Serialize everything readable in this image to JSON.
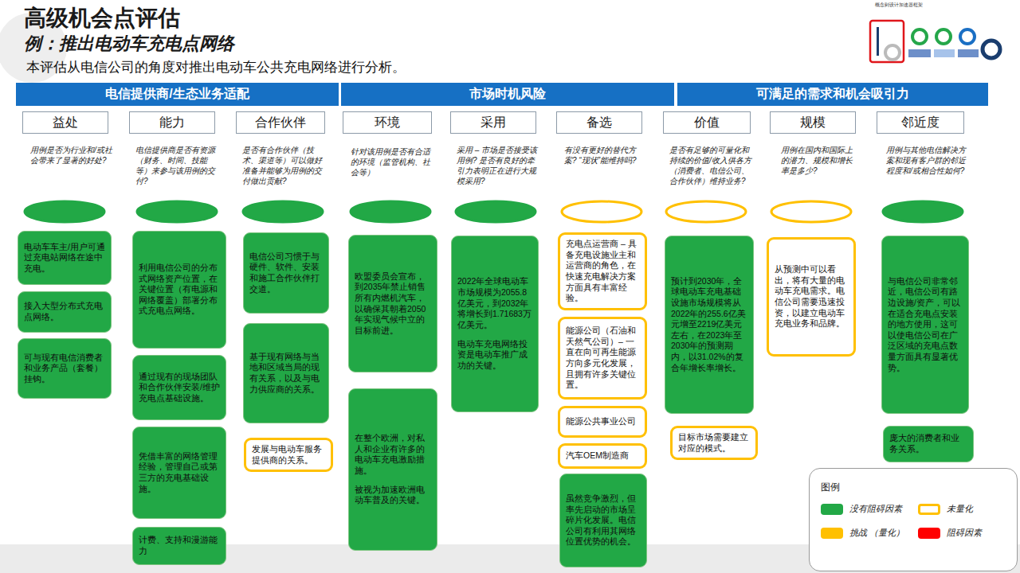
{
  "diagram": {
    "title": "高级机会点评估",
    "nodes": [
      {
        "text": [
          "电信提供商/生态业务适配"
        ]
      },
      {
        "text": [
          "市场时机风险"
        ]
      },
      {
        "text": [
          "可满足的需求和机会吸引力"
        ]
      },
      {
        "text": [
          "益处"
        ]
      },
      {
        "text": [
          "能力"
        ]
      },
      {
        "text": [
          "合作伙伴"
        ]
      },
      {
        "text": [
          "环境"
        ]
      },
      {
        "text": [
          "采用"
        ]
      },
      {
        "text": [
          "备选"
        ]
      },
      {
        "text": [
          "价值"
        ]
      },
      {
        "text": [
          "规模"
        ]
      },
      {
        "text": [
          "邻近度"
        ]
      },
      {
        "text": [
          "电动车车主/用户可通过充电站网络在途中充电。"
        ]
      },
      {
        "text": [
          "接入大型分布式充电点网络。"
        ]
      },
      {
        "text": [
          "可与现有电信消费者和业务产品（套餐）挂钩。"
        ]
      },
      {
        "text": [
          "利用电信公司的分布式网络资产位置，在关键位置（有电源和网络覆盖）部署分布式充电点网络。"
        ]
      },
      {
        "text": [
          "通过现有的现场团队和合作伙伴安装/维护充电点基础设施。"
        ]
      },
      {
        "text": [
          "凭借丰富的网络管理经验，管理自己或第三方的充电基础设施。"
        ]
      },
      {
        "text": [
          "计费、支持和漫游能力"
        ]
      },
      {
        "text": [
          "电信公司习惯于与硬件、软件、安装和施工合作伙伴打交道。"
        ]
      },
      {
        "text": [
          "基于现有网络与当地和区域当局的现有关系，以及与电力供应商的关系。"
        ]
      },
      {
        "text": [
          "发展与电动车服务提供商的关系。"
        ]
      },
      {
        "text": [
          "欧盟委员会宣布，到2035年禁止销售所有内燃机汽车，以确保其朝着2050年实现气候中立的目标前进。"
        ]
      },
      {
        "text": [
          "在整个欧洲，对私人和企业有许多的电动车充电激励措施。",
          "被视为加速欧洲电动车普及的关键。"
        ]
      },
      {
        "text": [
          "2022年全球电动车市场规模为2055.8亿美元，到2032年将增长到1.71683万亿美元。",
          "电动车充电网络投资是电动车推广成功的关键。"
        ]
      },
      {
        "text": [
          "充电点运营商 – 具备充电设施业主和运营商的角色，在快速充电解决方案方面具有丰富经验。"
        ]
      },
      {
        "text": [
          "能源公司（石油和天然气公司）– 一直在向可再生能源方向多元化发展，且拥有许多关键位置。"
        ]
      },
      {
        "text": [
          "能源公共事业公司"
        ]
      },
      {
        "text": [
          "汽车OEM制造商"
        ]
      },
      {
        "text": [
          "虽然竞争激烈，但率先启动的市场呈碎片化发展。电信公司有利用其网络位置优势的机会。"
        ]
      },
      {
        "text": [
          "预计到2030年，全球电动车充电基础设施市场规模将从2022年的255.6亿美元增至2219亿美元左右，在2023年至2030年的预测期内，以31.02%的复合年增长率增长。"
        ]
      },
      {
        "text": [
          "目标市场需要建立对应的模式。"
        ]
      },
      {
        "text": [
          "从预测中可以看出，将有大量的电动车充电需求。电信公司需要迅速投资，以建立电动车充电业务和品牌。"
        ]
      },
      {
        "text": [
          "与电信公司非常邻近，电信公司有路边设施/资产，可以在适合充电点安装的地方使用，这可以使电信公司在广泛区域的充电点数量方面具有显著优势。"
        ]
      },
      {
        "text": [
          "庞大的消费者和业务关系。"
        ]
      }
    ],
    "labels": [
      "例：推出电动车充电点网络",
      "本评估从电信公司的角度对推出电动车公共充电网络进行分析。",
      "用例是否为行业和/或社会带来了显著的好处?",
      "电信提供商是否有资源（财务、时间、技能等）来参与该用例的交付?",
      "是否有合作伙伴（技术、渠道等）可以做好准备并能够为用例的交付做出贡献?",
      "针对该用例是否有合适的环境（监管机构、社会等）",
      "采用 – 市场是否接受该用例? 是否有良好的牵引力表明正在进行大规模采用?",
      "有没有更好的替代方案? “现状”能维持吗?",
      "是否有足够的可量化和持续的价值/收入供各方（消费者、电信公司、合作伙伴）维持业务?",
      "用例在国内和国际上的潜力、规模和增长率是多少?",
      "用例与其他电信解决方案和现有客户群的邻近程度和/或相合性如何?",
      "图例",
      "概念到设计加速器框架"
    ],
    "legend": [
      {
        "text": "没有阻碍因素",
        "color": "#22a846"
      },
      {
        "text": "未量化"
      },
      {
        "text": "挑战 （量化）",
        "color": "#ffc000"
      },
      {
        "text": "阻碍因素",
        "color": "#ff0000"
      }
    ]
  }
}
